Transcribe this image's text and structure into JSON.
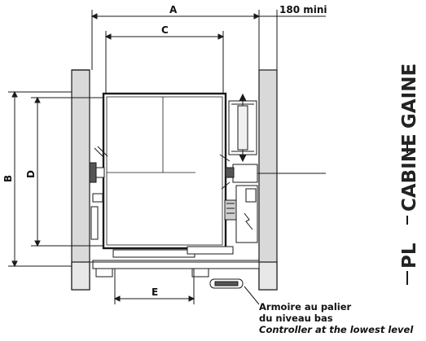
{
  "dimensions": {
    "a": "A",
    "b": "B",
    "c": "C",
    "d": "D",
    "e": "E",
    "clearance": "180 mini"
  },
  "note": {
    "fr_line1": "Armoire au palier",
    "fr_line2": "du niveau bas",
    "en": "Controller at the lowest level"
  },
  "vertical_labels": {
    "gaine": "GAINE",
    "cabine": "CABINE",
    "pl": "PL"
  },
  "colors": {
    "wall": "#d9d9d9",
    "line": "#1a1a1a",
    "text": "#111111"
  }
}
